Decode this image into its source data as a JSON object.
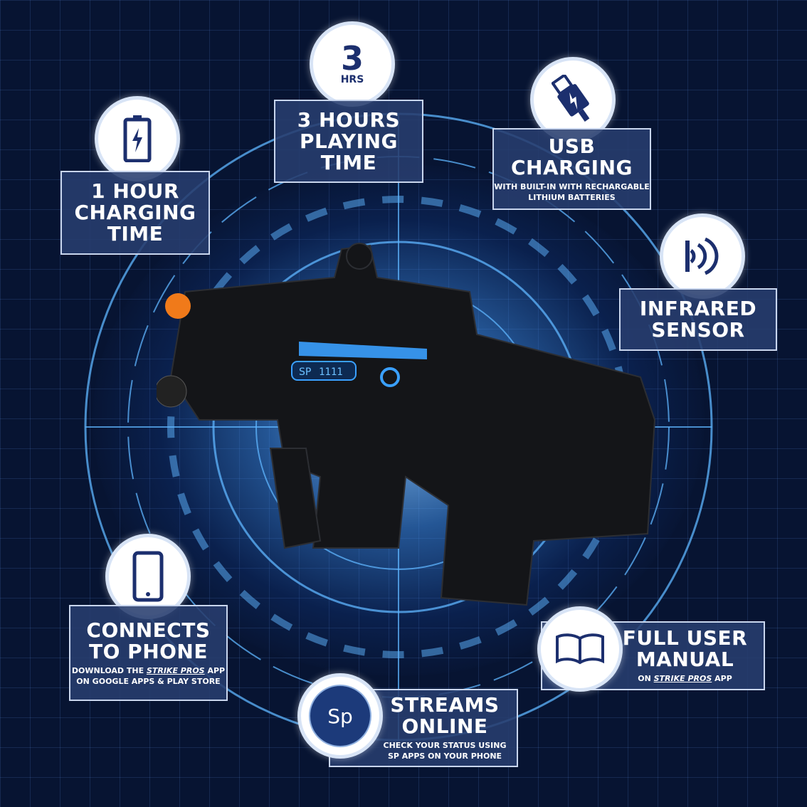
{
  "features": [
    {
      "id": "charging-time",
      "title_lines": [
        "1 HOUR",
        "CHARGING",
        "TIME"
      ],
      "icon": "battery-icon"
    },
    {
      "id": "playing-time",
      "title_lines": [
        "3 HOURS",
        "PLAYING",
        "TIME"
      ],
      "icon": "clock-3hrs-icon",
      "badge_number": "3",
      "badge_unit": "HRS"
    },
    {
      "id": "usb-charging",
      "title_lines": [
        "USB",
        "CHARGING"
      ],
      "subtitle_lines": [
        "WITH BUILT-IN WITH RECHARGABLE",
        "LITHIUM BATTERIES"
      ],
      "icon": "usb-icon"
    },
    {
      "id": "infrared",
      "title_lines": [
        "INFRARED",
        "SENSOR"
      ],
      "icon": "infrared-signal-icon"
    },
    {
      "id": "phone",
      "title_lines": [
        "CONNECTS",
        "TO PHONE"
      ],
      "subtitle_pre": "DOWNLOAD THE ",
      "subtitle_brand": "STRIKE PROS",
      "subtitle_post": " APP",
      "subtitle_line2": "ON GOOGLE APPS & PLAY STORE",
      "icon": "smartphone-icon"
    },
    {
      "id": "streams",
      "title_lines": [
        "STREAMS",
        "ONLINE"
      ],
      "subtitle_lines": [
        "CHECK YOUR STATUS USING",
        "SP APPS ON YOUR PHONE"
      ],
      "icon": "sp-compass-logo-icon",
      "logo_text": "Sp"
    },
    {
      "id": "manual",
      "title_lines": [
        "FULL USER",
        "MANUAL"
      ],
      "subtitle_pre": "ON ",
      "subtitle_brand": "STRIKE PROS",
      "subtitle_post": " APP",
      "icon": "open-book-icon"
    }
  ],
  "gun_display": {
    "label": "SP",
    "digits": "1111"
  },
  "colors": {
    "background": "#071432",
    "card": "#283e6e",
    "accent": "#3aa0ff",
    "icon": "#1c2f6e",
    "tip": "#f07a1a"
  }
}
